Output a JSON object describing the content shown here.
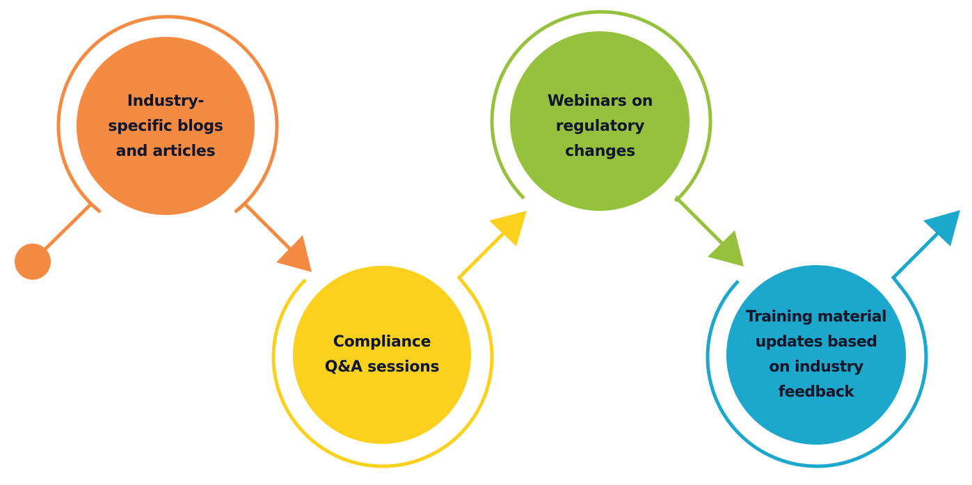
{
  "diagram": {
    "type": "process-flow",
    "text_color": "#0f1629",
    "steps": [
      {
        "id": "step-1",
        "lines": [
          "Industry-",
          "specific blogs",
          "and articles"
        ],
        "color": "#f58a42"
      },
      {
        "id": "step-2",
        "lines": [
          "Compliance",
          "Q&A sessions"
        ],
        "color": "#fbd11d"
      },
      {
        "id": "step-3",
        "lines": [
          "Webinars on",
          "regulatory",
          "changes"
        ],
        "color": "#95c13d"
      },
      {
        "id": "step-4",
        "lines": [
          "Training material",
          "updates based",
          "on industry",
          "feedback"
        ],
        "color": "#1ba8cc"
      }
    ],
    "connections": [
      {
        "from": "start-dot",
        "to": "step-1",
        "color": "#f58a42"
      },
      {
        "from": "step-1",
        "to": "step-2",
        "color": "#f58a42"
      },
      {
        "from": "step-2",
        "to": "step-3",
        "color": "#fbd11d"
      },
      {
        "from": "step-3",
        "to": "step-4",
        "color": "#95c13d"
      },
      {
        "from": "step-4",
        "to": "end",
        "color": "#1ba8cc"
      }
    ]
  }
}
